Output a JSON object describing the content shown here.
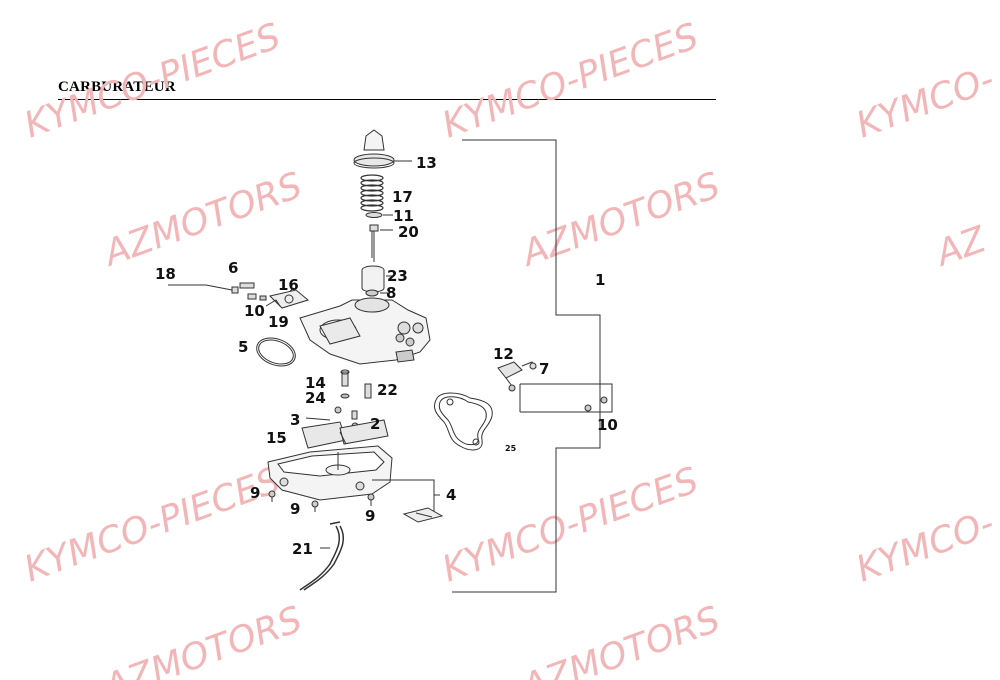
{
  "page": {
    "title": "CARBURATEUR"
  },
  "watermarks": {
    "kymco": "KYMCO-PIECES",
    "kymco_partial": "KYMCO-",
    "azmotors": "AZMOTORS",
    "azmotors_partial": "AZ",
    "color": "#f2b6b8"
  },
  "callouts": {
    "c13": "13",
    "c17": "17",
    "c11": "11",
    "c20": "20",
    "c23": "23",
    "c8": "8",
    "c18": "18",
    "c6": "6",
    "c16": "16",
    "c10a": "10",
    "c19": "19",
    "c1": "1",
    "c5": "5",
    "c12": "12",
    "c7": "7",
    "c14": "14",
    "c24": "24",
    "c22": "22",
    "c3": "3",
    "c2": "2",
    "c15": "15",
    "c10b": "10",
    "c25": "25",
    "c9a": "9",
    "c9b": "9",
    "c9c": "9",
    "c4": "4",
    "c21": "21"
  }
}
